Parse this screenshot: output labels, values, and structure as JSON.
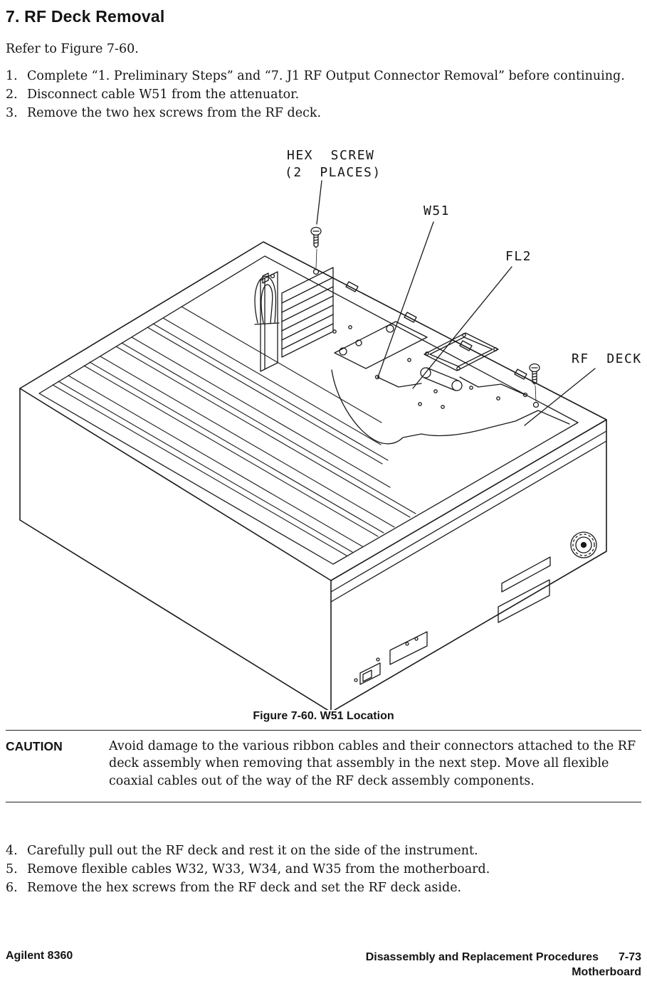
{
  "page": {
    "title": "7. RF Deck Removal",
    "intro": "Refer to Figure 7-60.",
    "steps_top": [
      {
        "num": "1.",
        "text": "Complete “1. Preliminary Steps” and “7. J1 RF Output Connector Removal” before continuing."
      },
      {
        "num": "2.",
        "text": "Disconnect cable W51 from the attenuator."
      },
      {
        "num": "3.",
        "text": "Remove the two hex screws from the RF deck."
      }
    ],
    "figure": {
      "labels": {
        "hex1": "HEX  SCREW",
        "hex2": "(2  PLACES)",
        "w51": "W51",
        "fl2": "FL2",
        "rf_deck": "RF  DECK"
      },
      "caption": "Figure 7-60. W51 Location"
    },
    "caution": {
      "label": "CAUTION",
      "text": "Avoid damage to the various ribbon cables and their connectors attached to the RF deck assembly when removing that assembly in the next step. Move all flexible coaxial cables out of the way of the RF deck assembly components."
    },
    "steps_bottom": [
      {
        "num": "4.",
        "text": "Carefully pull out the RF deck and rest it on the side of the instrument."
      },
      {
        "num": "5.",
        "text": "Remove flexible cables W32, W33, W34, and W35 from the motherboard."
      },
      {
        "num": "6.",
        "text": "Remove the hex screws from the RF deck and set the RF deck aside."
      }
    ],
    "footer": {
      "left": "Agilent 8360",
      "right_line1": "Disassembly and Replacement Procedures",
      "right_page": "7-73",
      "right_line2": "Motherboard"
    }
  }
}
